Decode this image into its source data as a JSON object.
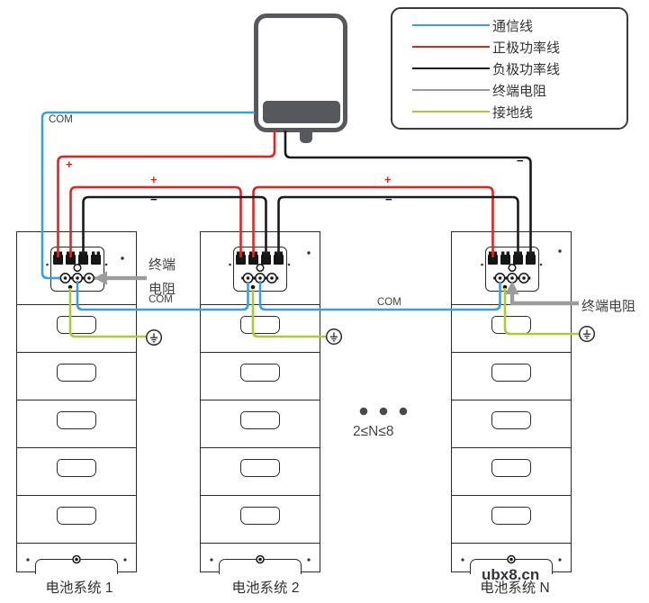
{
  "colors": {
    "communication": "#39A0DB",
    "positive": "#E8211D",
    "negative": "#1A1A1A",
    "resistor": "#9C9C9C",
    "ground": "#ACC93B",
    "outline": "#2B2B2B",
    "inverter_body": "#57585B",
    "text": "#3F3F3F"
  },
  "legend": {
    "items": [
      {
        "label": "通信线",
        "color": "#39A0DB"
      },
      {
        "label": "正极功率线",
        "color": "#E8211D"
      },
      {
        "label": "负极功率线",
        "color": "#1A1A1A"
      },
      {
        "label": "终端电阻",
        "color": "#9C9C9C"
      },
      {
        "label": "接地线",
        "color": "#ACC93B"
      }
    ]
  },
  "labels": {
    "com": "COM",
    "plus": "+",
    "minus": "−",
    "terminal_resistor_line1": "终端",
    "terminal_resistor_line2": "电阻",
    "terminal_resistor": "终端电阻",
    "battery_range": "2≤N≤8"
  },
  "batteries": [
    {
      "label": "电池系统 1"
    },
    {
      "label": "电池系统 2"
    },
    {
      "label": "电池系统 N"
    }
  ],
  "watermark": "ubx8.cn"
}
